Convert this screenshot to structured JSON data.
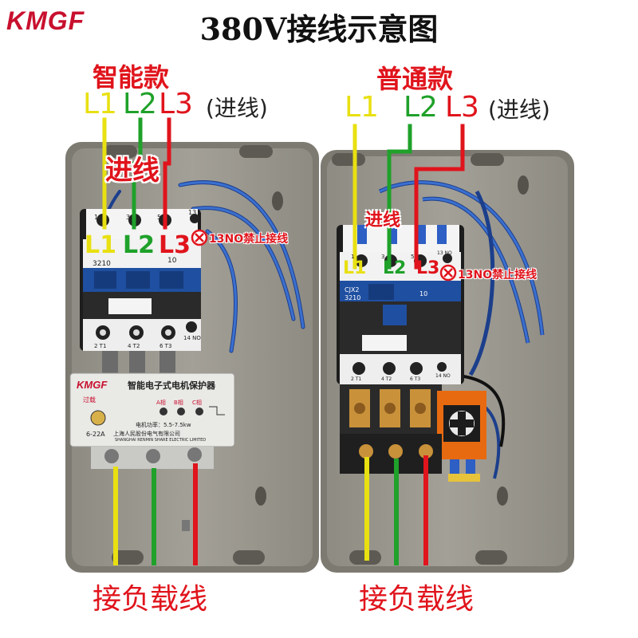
{
  "brand": "KMGF",
  "title": "380V接线示意图",
  "smart": {
    "heading": "智能款",
    "phases": [
      "L1",
      "L2",
      "L3"
    ],
    "note": "(进线)",
    "inlet_label": "进线",
    "terminal_labels": [
      "L1",
      "L2",
      "L3"
    ],
    "warning": "13NO禁止接线",
    "contactor_numbers": {
      "model": "3210",
      "aux": "10",
      "top_codes": [
        "1",
        "3",
        "5",
        "13"
      ],
      "bottom_codes": [
        "2 T1",
        "4 T2",
        "6 T3",
        "14 NO"
      ]
    },
    "protector": {
      "brand": "KMGF",
      "name": "智能电子式电机保护器",
      "overload": "过载",
      "phases": [
        "A相",
        "B相",
        "C相"
      ],
      "power": "电机功率：5.5-7.5kw",
      "company": "上海人民股份电气有限公司",
      "company_en": "SHANGHAI RENMIN SHARE ELECTRIC LIMITED",
      "range": "6-22A"
    },
    "load_label": "接负载线"
  },
  "standard": {
    "heading": "普通款",
    "phases": [
      "L1",
      "L2",
      "L3"
    ],
    "note": "(进线)",
    "inlet_label": "进线",
    "terminal_labels": [
      "L1",
      "L2",
      "L3"
    ],
    "warning": "13NO禁止接线",
    "contactor_numbers": {
      "model_top": "CJX2",
      "model": "3210",
      "aux": "10",
      "top_codes": [
        "1",
        "3",
        "5",
        "13 NO"
      ],
      "bottom_codes": [
        "2 T1",
        "4 T2",
        "6 T3",
        "14 NO"
      ]
    },
    "load_label": "接负载线"
  },
  "colors": {
    "phase_l1": "#e8e011",
    "phase_l2": "#1fa12a",
    "phase_l3": "#e0141c",
    "enclosure": "#9a968c",
    "contactor": "#f2f2f2",
    "accent_blue": "#1f4fa0"
  }
}
